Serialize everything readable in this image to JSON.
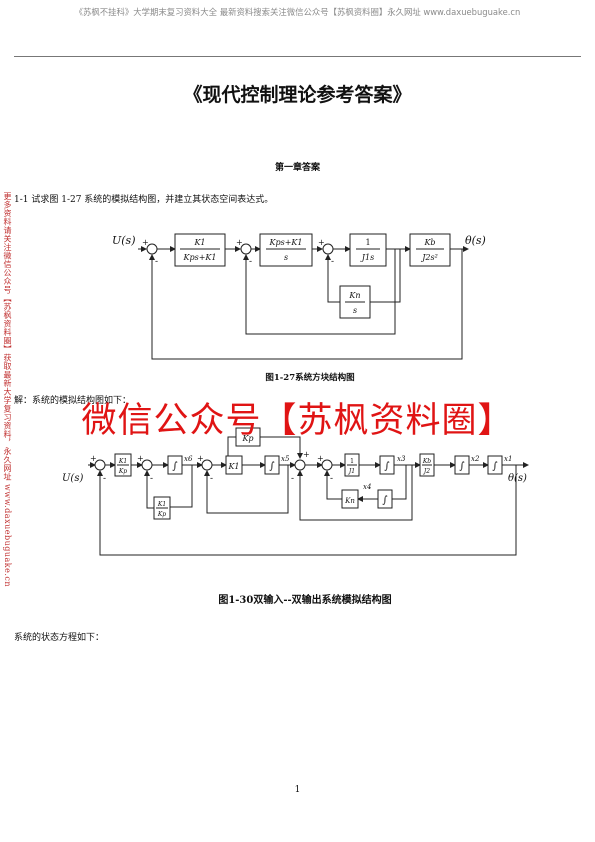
{
  "header": {
    "text": "《苏枫不挂科》大学期末复习资料大全  最新资料搜索关注微信公众号【苏枫资料圈】永久网址 www.daxuebuguake.cn"
  },
  "title": "《现代控制理论参考答案》",
  "chapter_heading": "第一章答案",
  "problem": "1-1  试求图 1-27 系统的模拟结构图，并建立其状态空间表达式。",
  "solution_intro": "解：系统的模拟结构图如下：",
  "state_equation_intro": "系统的状态方程如下：",
  "page_number": "1",
  "side_watermark": "更多资料请关注微信公众号【苏枫资料圈】获取最新大学复习资料，永久网址 www.daxuebuguake.cn",
  "overlay_watermark": "微信公众号【苏枫资料圈】",
  "figure1": {
    "caption": "图1-27系统方块结构图",
    "input": "U(s)",
    "output": "θ(s)",
    "blocks": {
      "b1_num": "K1",
      "b1_den": "Kps+K1",
      "b2_num": "Kps+K1",
      "b2_den": "s",
      "b3_num": "1",
      "b3_den": "J1s",
      "b4_num": "Kb",
      "b4_den": "J2s²",
      "fb_num": "Kn",
      "fb_den": "s"
    },
    "signs": {
      "plus": "+",
      "minus": "-"
    }
  },
  "figure2": {
    "caption": "图1-30双输入--双输出系统模拟结构图",
    "input": "U(s)",
    "output": "θ(s)",
    "gain_k1_num": "K1",
    "gain_k1_den": "Kp",
    "gain_kp": "Kp",
    "gain_k1": "K1",
    "fb_num": "K1",
    "fb_den": "Kp",
    "gain_kn": "Kn",
    "gain_inv_num": "1",
    "gain_inv_den": "J1",
    "gain_kb_num": "Kb",
    "gain_kb_den": "J2",
    "integrator": "∫",
    "states": {
      "x1": "x1",
      "x2": "x2",
      "x3": "x3",
      "x4": "x4",
      "x5": "x5",
      "x6": "x6"
    },
    "signs": {
      "plus": "+",
      "minus": "-"
    }
  }
}
